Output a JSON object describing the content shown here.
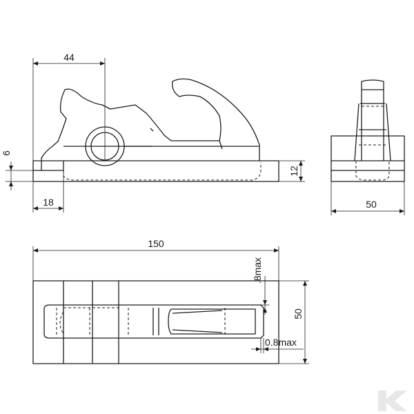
{
  "dimensions": {
    "top_width": "44",
    "top_left_offset": "18",
    "side_base_thickness": "6",
    "side_plate_height": "12",
    "end_width": "50",
    "plan_length": "150",
    "plan_width": "50",
    "clearance_vertical": ".8max",
    "clearance_horizontal": "0.8max"
  },
  "logo": {
    "icon": "k-logo-icon",
    "color": "#e8e8e8"
  },
  "colors": {
    "line": "#1a1a1a",
    "background": "#ffffff"
  }
}
